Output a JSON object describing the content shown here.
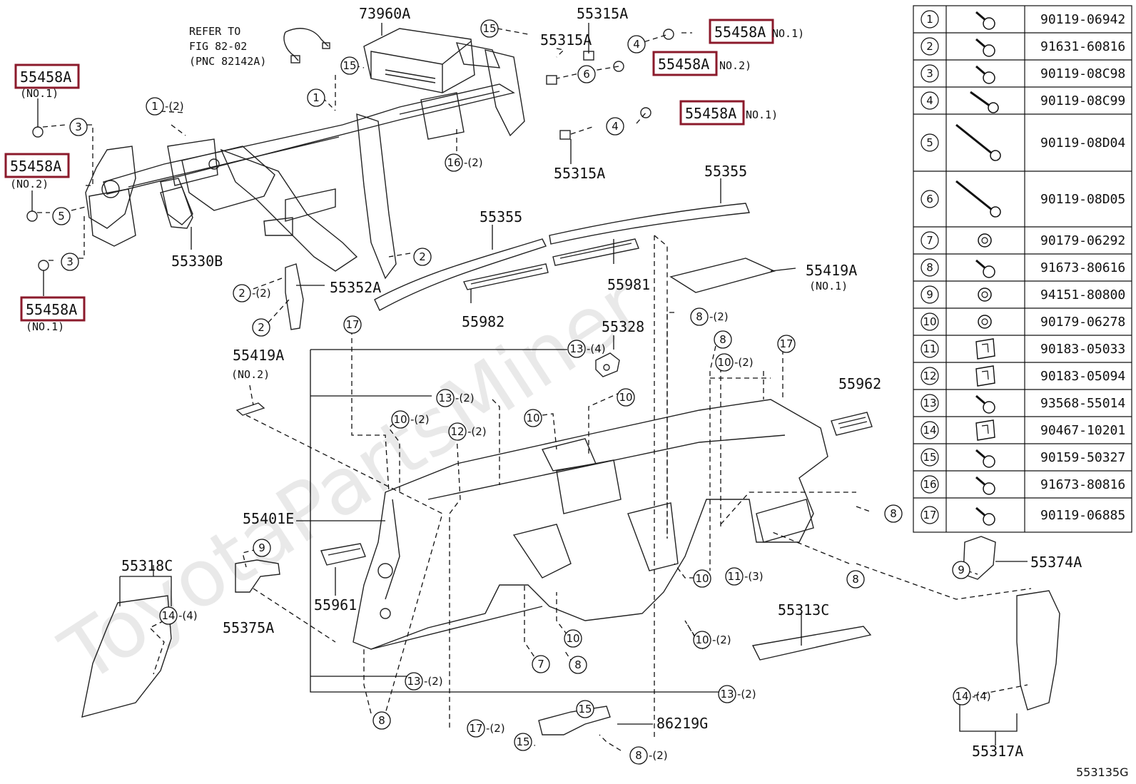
{
  "watermark": "ToyotaPartsMiner",
  "figure_id": "553135G",
  "reference_note": [
    "REFER TO",
    "FIG 82-02",
    "(PNC 82142A)"
  ],
  "callouts": [
    {
      "id": "c1",
      "code": "73960A"
    },
    {
      "id": "c2",
      "code": "55315A"
    },
    {
      "id": "c3",
      "code": "55315A"
    },
    {
      "id": "c4",
      "code": "55315A"
    },
    {
      "id": "c5",
      "code": "55458A",
      "note": "NO.1)"
    },
    {
      "id": "c6",
      "code": "55458A",
      "note": "NO.2)"
    },
    {
      "id": "c7",
      "code": "55458A",
      "note": "NO.1)"
    },
    {
      "id": "c8",
      "code": "55458A",
      "note": "(NO.1)"
    },
    {
      "id": "c9",
      "code": "55458A",
      "note": "(NO.2)"
    },
    {
      "id": "c10",
      "code": "55458A",
      "note": "(NO.1)"
    },
    {
      "id": "c11",
      "code": "55330B"
    },
    {
      "id": "c12",
      "code": "55352A"
    },
    {
      "id": "c13",
      "code": "55355"
    },
    {
      "id": "c14",
      "code": "55355"
    },
    {
      "id": "c15",
      "code": "55981"
    },
    {
      "id": "c16",
      "code": "55982"
    },
    {
      "id": "c17",
      "code": "55419A",
      "note": "(NO.1)"
    },
    {
      "id": "c18",
      "code": "55419A",
      "note": "(NO.2)"
    },
    {
      "id": "c19",
      "code": "55328"
    },
    {
      "id": "c20",
      "code": "55962"
    },
    {
      "id": "c21",
      "code": "55401E"
    },
    {
      "id": "c22",
      "code": "55961"
    },
    {
      "id": "c23",
      "code": "55318C"
    },
    {
      "id": "c24",
      "code": "55375A"
    },
    {
      "id": "c25",
      "code": "55313C"
    },
    {
      "id": "c26",
      "code": "55374A"
    },
    {
      "id": "c27",
      "code": "55317A"
    },
    {
      "id": "c28",
      "code": "86219G"
    }
  ],
  "bubbles": [
    {
      "id": "b1",
      "n": "15"
    },
    {
      "id": "b2",
      "n": "15"
    },
    {
      "id": "b3",
      "n": "4"
    },
    {
      "id": "b4",
      "n": "6"
    },
    {
      "id": "b5",
      "n": "4"
    },
    {
      "id": "b6",
      "n": "1",
      "q": "-(2)"
    },
    {
      "id": "b7",
      "n": "1"
    },
    {
      "id": "b8",
      "n": "16",
      "q": "-(2)"
    },
    {
      "id": "b9",
      "n": "3"
    },
    {
      "id": "b10",
      "n": "5"
    },
    {
      "id": "b11",
      "n": "3"
    },
    {
      "id": "b12",
      "n": "2"
    },
    {
      "id": "b13",
      "n": "2",
      "q": "-(2)"
    },
    {
      "id": "b14",
      "n": "2"
    },
    {
      "id": "b15",
      "n": "17"
    },
    {
      "id": "b16",
      "n": "13",
      "q": "-(4)"
    },
    {
      "id": "b17",
      "n": "8",
      "q": "-(2)"
    },
    {
      "id": "b18",
      "n": "8"
    },
    {
      "id": "b19",
      "n": "17"
    },
    {
      "id": "b20",
      "n": "10",
      "q": "-(2)"
    },
    {
      "id": "b21",
      "n": "13",
      "q": "-(2)"
    },
    {
      "id": "b22",
      "n": "10"
    },
    {
      "id": "b23",
      "n": "10"
    },
    {
      "id": "b24",
      "n": "10",
      "q": "-(2)"
    },
    {
      "id": "b25",
      "n": "12",
      "q": "-(2)"
    },
    {
      "id": "b26",
      "n": "8"
    },
    {
      "id": "b27",
      "n": "9"
    },
    {
      "id": "b28",
      "n": "10"
    },
    {
      "id": "b29",
      "n": "11",
      "q": "-(3)"
    },
    {
      "id": "b30",
      "n": "8"
    },
    {
      "id": "b31",
      "n": "14",
      "q": "-(4)"
    },
    {
      "id": "b32",
      "n": "10"
    },
    {
      "id": "b33",
      "n": "10",
      "q": "-(2)"
    },
    {
      "id": "b34",
      "n": "7"
    },
    {
      "id": "b35",
      "n": "8"
    },
    {
      "id": "b36",
      "n": "13",
      "q": "-(2)"
    },
    {
      "id": "b37",
      "n": "13",
      "q": "-(2)"
    },
    {
      "id": "b38",
      "n": "8"
    },
    {
      "id": "b39",
      "n": "17",
      "q": "-(2)"
    },
    {
      "id": "b40",
      "n": "15"
    },
    {
      "id": "b41",
      "n": "15"
    },
    {
      "id": "b42",
      "n": "8",
      "q": "-(2)"
    },
    {
      "id": "b43",
      "n": "9"
    },
    {
      "id": "b44",
      "n": "14",
      "q": "-(4)"
    }
  ],
  "parts_table": [
    {
      "key": "1",
      "pn": "90119-06942"
    },
    {
      "key": "2",
      "pn": "91631-60816"
    },
    {
      "key": "3",
      "pn": "90119-08C98"
    },
    {
      "key": "4",
      "pn": "90119-08C99"
    },
    {
      "key": "5",
      "pn": "90119-08D04"
    },
    {
      "key": "6",
      "pn": "90119-08D05"
    },
    {
      "key": "7",
      "pn": "90179-06292"
    },
    {
      "key": "8",
      "pn": "91673-80616"
    },
    {
      "key": "9",
      "pn": "94151-80800"
    },
    {
      "key": "10",
      "pn": "90179-06278"
    },
    {
      "key": "11",
      "pn": "90183-05033"
    },
    {
      "key": "12",
      "pn": "90183-05094"
    },
    {
      "key": "13",
      "pn": "93568-55014"
    },
    {
      "key": "14",
      "pn": "90467-10201"
    },
    {
      "key": "15",
      "pn": "90159-50327"
    },
    {
      "key": "16",
      "pn": "91673-80816"
    },
    {
      "key": "17",
      "pn": "90119-06885"
    }
  ]
}
